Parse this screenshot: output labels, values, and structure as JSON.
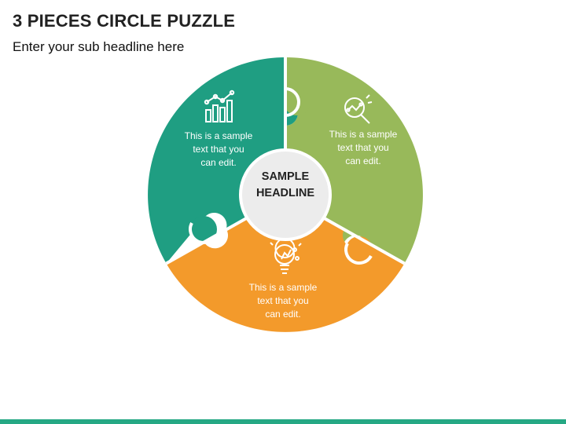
{
  "title": "3 PIECES CIRCLE PUZZLE",
  "subtitle": "Enter your sub headline here",
  "center": {
    "line1": "SAMPLE",
    "line2": "HEADLINE"
  },
  "pieces": [
    {
      "color": "#1f9e82",
      "icon": "growth-chart-icon",
      "text": [
        "This is a sample",
        "text that you",
        "can edit."
      ]
    },
    {
      "color": "#98b95a",
      "icon": "magnifier-analysis-icon",
      "text": [
        "This is a sample",
        "text that you",
        "can edit."
      ]
    },
    {
      "color": "#f39a2b",
      "icon": "idea-bulb-circuit-icon",
      "text": [
        "This is a sample",
        "text that you",
        "can edit."
      ]
    }
  ],
  "colors": {
    "accent_bar": "#25a884",
    "center_fill": "#ececec"
  }
}
